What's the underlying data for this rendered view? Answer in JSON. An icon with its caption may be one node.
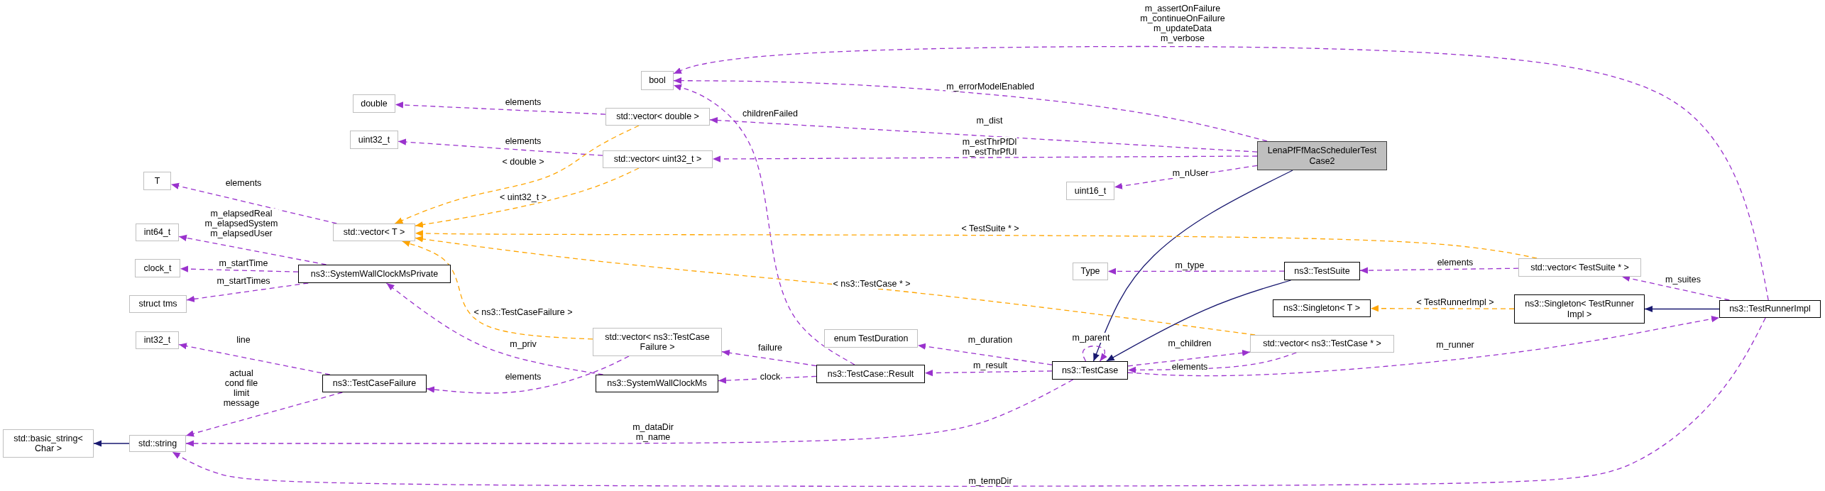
{
  "diagram": {
    "nodes": [
      {
        "text": [
          "bool"
        ]
      },
      {
        "text": [
          "double"
        ]
      },
      {
        "text": [
          "uint32_t"
        ]
      },
      {
        "text": [
          "T"
        ]
      },
      {
        "text": [
          "int64_t"
        ]
      },
      {
        "text": [
          "std::vector< double >"
        ]
      },
      {
        "text": [
          "std::vector< uint32_t >"
        ]
      },
      {
        "text": [
          "std::vector< T >"
        ]
      },
      {
        "text": [
          "LenaPfFfMacSchedulerTest Case2"
        ]
      },
      {
        "text": [
          "uint16_t"
        ]
      },
      {
        "text": [
          "clock_t"
        ]
      },
      {
        "text": [
          "struct tms"
        ]
      },
      {
        "text": [
          "ns3::SystemWallClockMsPrivate"
        ]
      },
      {
        "text": [
          "Type"
        ]
      },
      {
        "text": [
          "ns3::TestSuite"
        ]
      },
      {
        "text": [
          "std::vector< TestSuite * >"
        ]
      },
      {
        "text": [
          "int32_t"
        ]
      },
      {
        "text": [
          "std::vector< ns3::TestCase Failure >"
        ]
      },
      {
        "text": [
          "ns3::SystemWallClockMs"
        ]
      },
      {
        "text": [
          "ns3::TestCaseFailure"
        ]
      },
      {
        "text": [
          "enum TestDuration"
        ]
      },
      {
        "text": [
          "ns3::TestCase::Result"
        ]
      },
      {
        "text": [
          "ns3::TestCase"
        ]
      },
      {
        "text": [
          "std::vector< ns3::TestCase * >"
        ]
      },
      {
        "text": [
          "ns3::Singleton< T >"
        ]
      },
      {
        "text": [
          "ns3::Singleton< TestRunner Impl >"
        ]
      },
      {
        "text": [
          "ns3::TestRunnerImpl"
        ]
      },
      {
        "text": [
          "std::basic_string< Char >"
        ]
      },
      {
        "text": [
          "std::string"
        ]
      }
    ],
    "edges": [
      {
        "from": 26,
        "to": 0,
        "arrow": "to",
        "label": "m_assertOnFailure m_continueOnFailure m_updateData m_verbose",
        "style": "dashed"
      },
      {
        "from": 8,
        "to": 0,
        "arrow": "to",
        "label": "m_errorModelEnabled",
        "style": "dashed"
      },
      {
        "from": 21,
        "to": 0,
        "arrow": "to",
        "label": "childrenFailed",
        "style": "dashed"
      },
      {
        "from": 5,
        "to": 1,
        "arrow": "to",
        "label": "elements",
        "style": "dashed"
      },
      {
        "from": 8,
        "to": 5,
        "arrow": "to",
        "label": "m_dist",
        "style": "dashed"
      },
      {
        "from": 6,
        "to": 2,
        "arrow": "to",
        "label": "elements",
        "style": "dashed"
      },
      {
        "from": 8,
        "to": 6,
        "arrow": "to",
        "label": "m_estThrPfDl m_estThrPfUl",
        "style": "dashed"
      },
      {
        "from": 8,
        "to": 9,
        "arrow": "to",
        "label": "m_nUser",
        "style": "dashed"
      },
      {
        "from": 8,
        "to": 22,
        "arrow": "to",
        "color": "#191970"
      },
      {
        "from": 7,
        "to": 3,
        "arrow": "to",
        "label": "elements",
        "style": "dashed"
      },
      {
        "from": 5,
        "to": 7,
        "arrow": "to",
        "label": "< double >",
        "style": "dashed",
        "color": "#ffa500"
      },
      {
        "from": 6,
        "to": 7,
        "arrow": "to",
        "label": "< uint32_t >",
        "style": "dashed",
        "color": "#ffa500"
      },
      {
        "from": 15,
        "to": 7,
        "arrow": "to",
        "label": "< TestSuite * >",
        "style": "dashed",
        "color": "#ffa500"
      },
      {
        "from": 17,
        "to": 7,
        "arrow": "to",
        "label": "< ns3::TestCaseFailure >",
        "style": "dashed",
        "color": "#ffa500"
      },
      {
        "from": 23,
        "to": 7,
        "arrow": "to",
        "label": "< ns3::TestCase * >",
        "style": "dashed",
        "color": "#ffa500"
      },
      {
        "from": 12,
        "to": 4,
        "arrow": "to",
        "label": "m_elapsedReal m_elapsedSystem m_elapsedUser",
        "style": "dashed"
      },
      {
        "from": 12,
        "to": 10,
        "arrow": "to",
        "label": "m_startTime",
        "style": "dashed"
      },
      {
        "from": 12,
        "to": 11,
        "arrow": "to",
        "label": "m_startTimes",
        "style": "dashed"
      },
      {
        "from": 18,
        "to": 12,
        "arrow": "to",
        "label": "m_priv",
        "style": "dashed"
      },
      {
        "from": 14,
        "to": 13,
        "arrow": "to",
        "label": "m_type",
        "style": "dashed"
      },
      {
        "from": 15,
        "to": 14,
        "arrow": "to",
        "label": "elements",
        "style": "dashed"
      },
      {
        "from": 14,
        "to": 22,
        "arrow": "to",
        "color": "#191970"
      },
      {
        "from": 26,
        "to": 15,
        "arrow": "to",
        "label": "m_suites",
        "style": "dashed"
      },
      {
        "from": 19,
        "to": 16,
        "arrow": "to",
        "label": "line",
        "style": "dashed"
      },
      {
        "from": 17,
        "to": 19,
        "arrow": "to",
        "label": "elements",
        "style": "dashed"
      },
      {
        "from": 21,
        "to": 17,
        "arrow": "to",
        "label": "failure",
        "style": "dashed"
      },
      {
        "from": 21,
        "to": 18,
        "arrow": "to",
        "label": "clock",
        "style": "dashed"
      },
      {
        "from": 22,
        "to": 20,
        "arrow": "to",
        "label": "m_duration",
        "style": "dashed"
      },
      {
        "from": 22,
        "to": 21,
        "arrow": "to",
        "label": "m_result",
        "style": "dashed"
      },
      {
        "from": 22,
        "to": 22,
        "arrow": "to",
        "label": "m_parent",
        "style": "dashed"
      },
      {
        "from": 22,
        "to": 23,
        "arrow": "to",
        "label": "m_children",
        "style": "dashed"
      },
      {
        "from": 23,
        "to": 22,
        "arrow": "to",
        "label": "elements",
        "style": "dashed"
      },
      {
        "from": 22,
        "to": 26,
        "arrow": "to",
        "label": "m_runner",
        "style": "dashed"
      },
      {
        "from": 25,
        "to": 24,
        "arrow": "to",
        "label": "< TestRunnerImpl >",
        "style": "dashed",
        "color": "#ffa500"
      },
      {
        "from": 26,
        "to": 25,
        "arrow": "to",
        "color": "#191970"
      },
      {
        "from": 19,
        "to": 28,
        "arrow": "to",
        "label": "actual cond file limit message",
        "style": "dashed"
      },
      {
        "from": 22,
        "to": 28,
        "arrow": "to",
        "label": "m_dataDir m_name",
        "style": "dashed"
      },
      {
        "from": 26,
        "to": 28,
        "arrow": "to",
        "label": "m_tempDir",
        "style": "dashed"
      },
      {
        "from": 28,
        "to": 27,
        "arrow": "to",
        "color": "#191970"
      }
    ]
  }
}
